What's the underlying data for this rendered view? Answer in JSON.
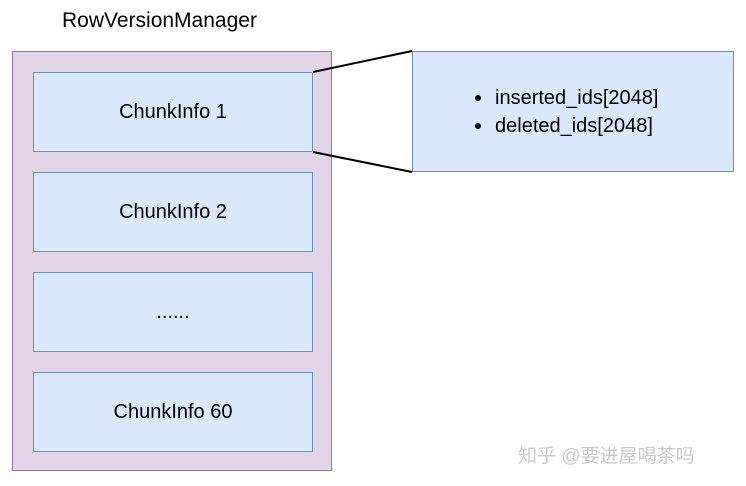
{
  "diagram": {
    "title": "RowVersionManager",
    "chunks": [
      {
        "label": "ChunkInfo 1"
      },
      {
        "label": "ChunkInfo 2"
      },
      {
        "label": "......"
      },
      {
        "label": "ChunkInfo 60"
      }
    ],
    "detail": {
      "items": [
        "inserted_ids[2048]",
        "deleted_ids[2048]"
      ]
    },
    "watermark": "知乎 @要进屋喝茶吗"
  },
  "colors": {
    "container_fill": "#e1d5e7",
    "container_stroke": "#9673a6",
    "box_fill": "#dae8fc",
    "box_stroke": "#6c8ebf",
    "connector": "#000000"
  }
}
